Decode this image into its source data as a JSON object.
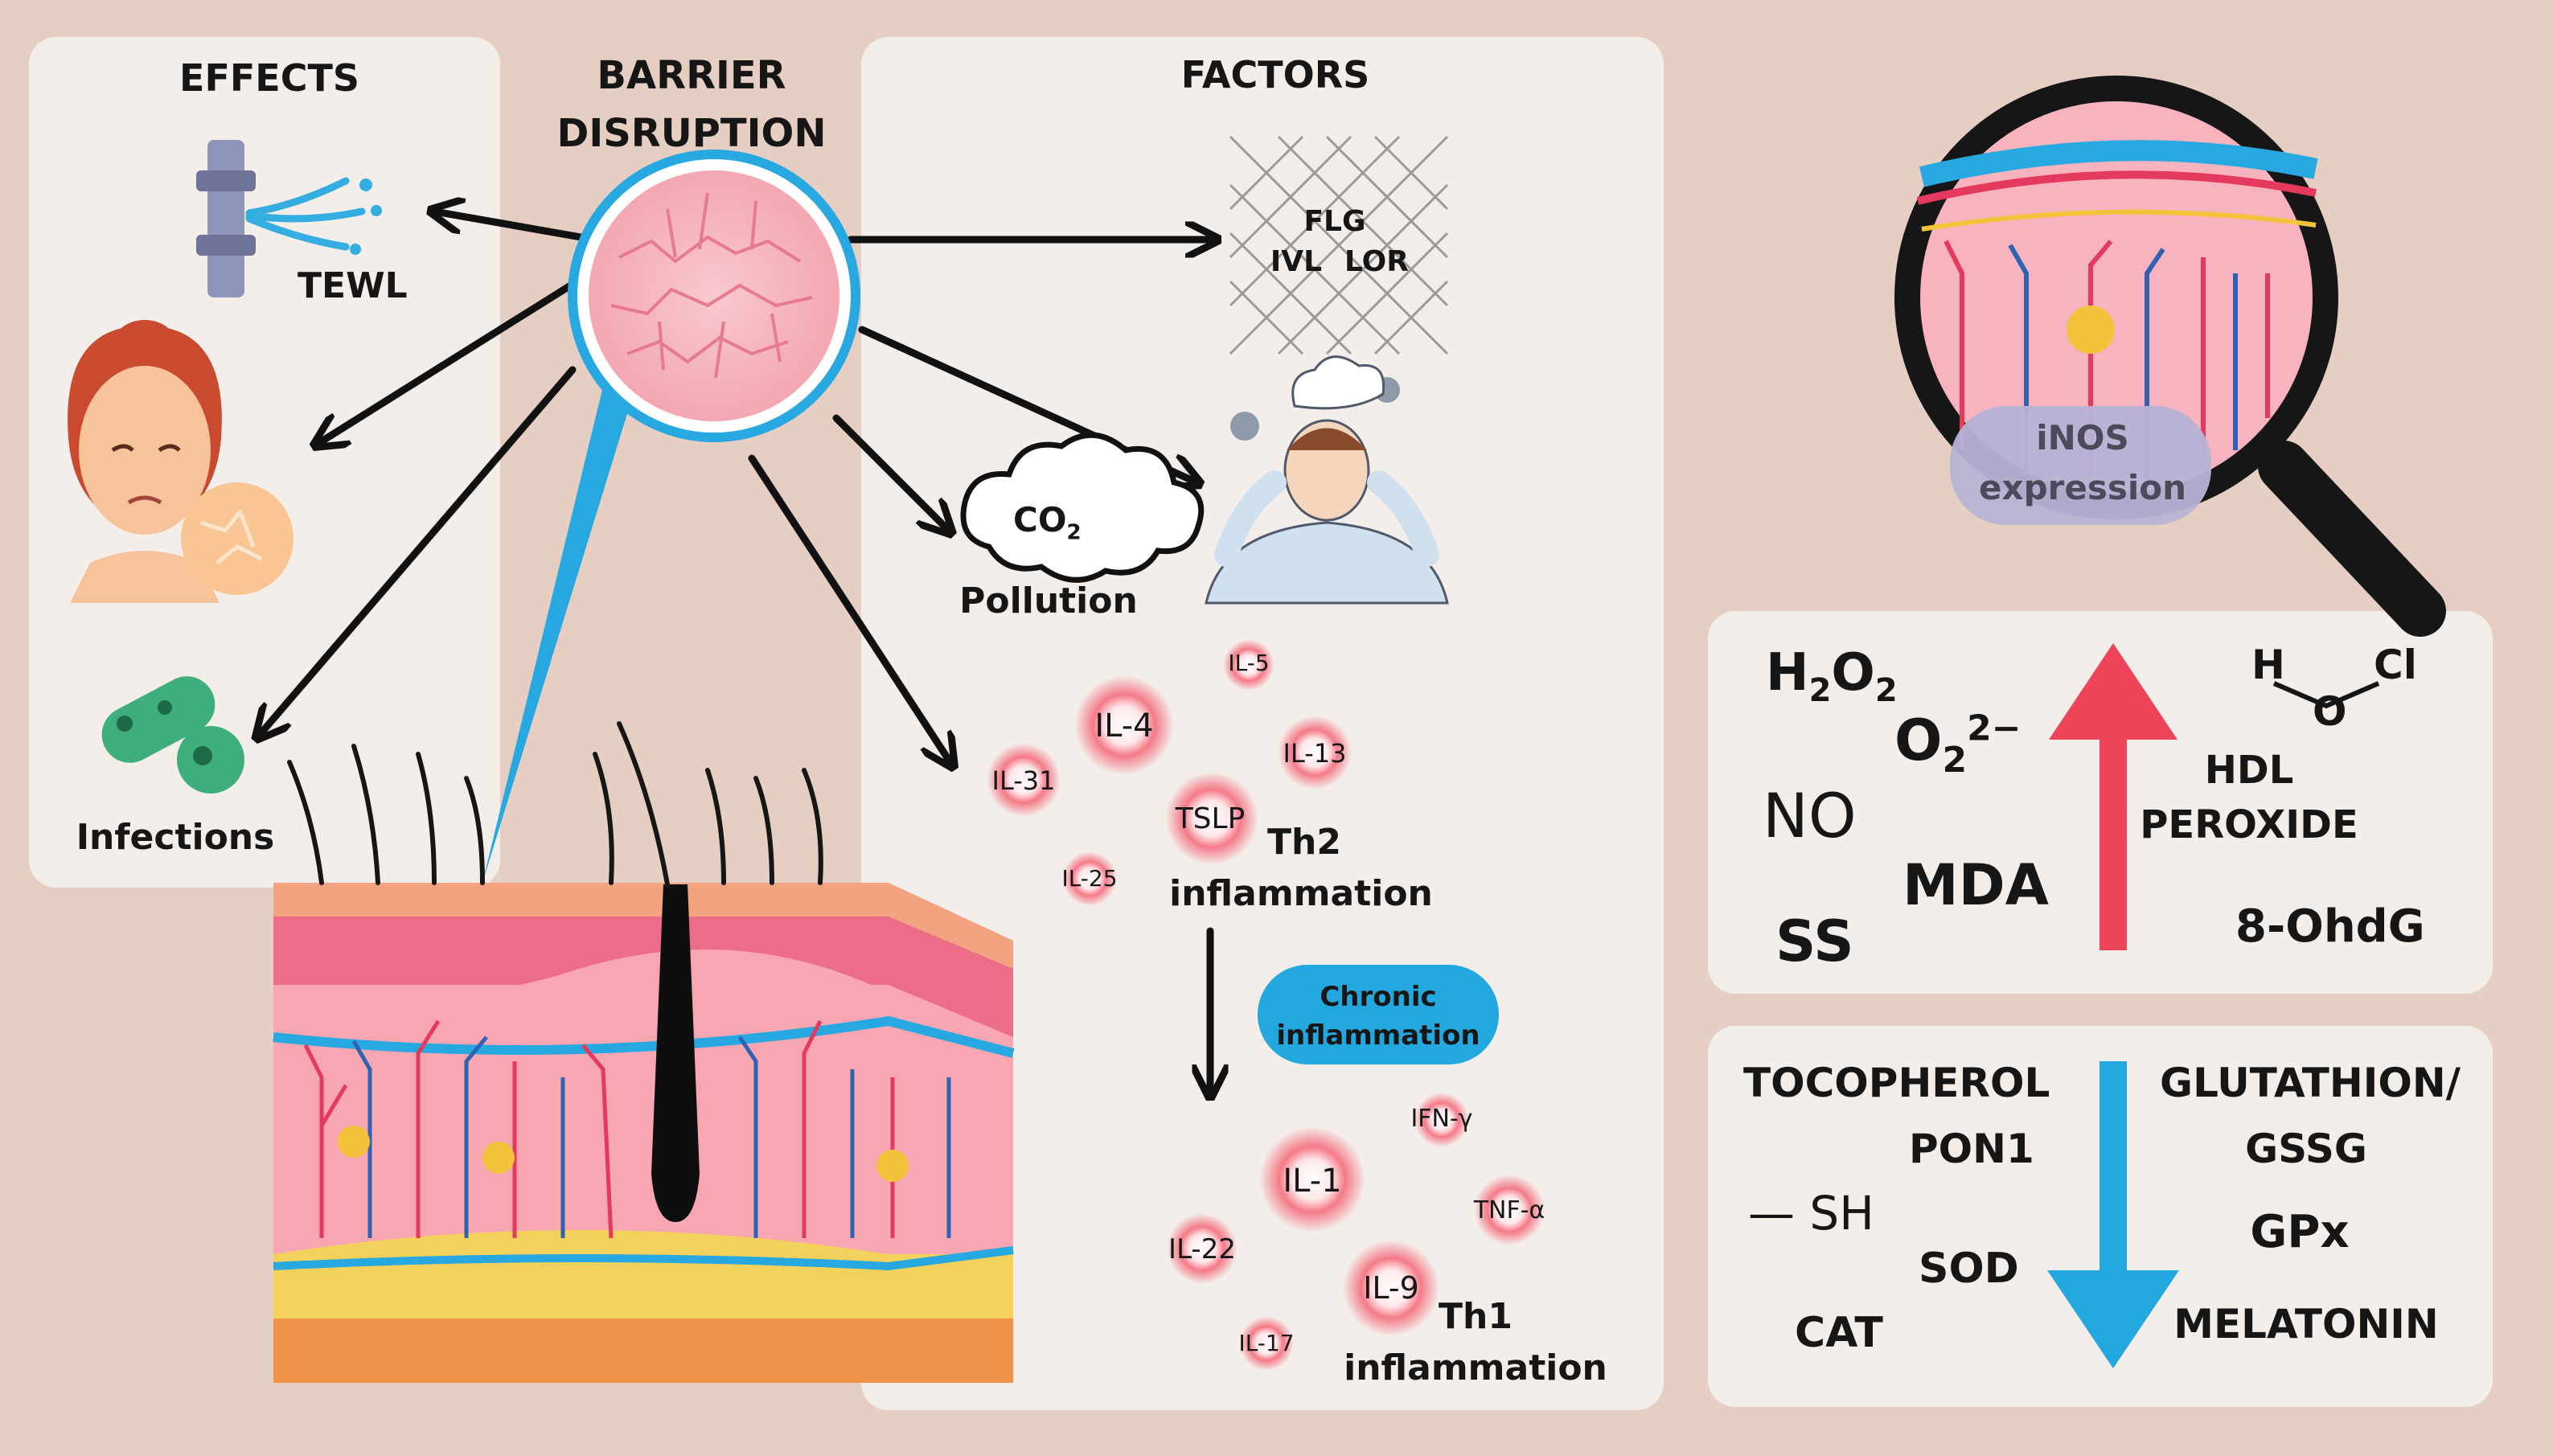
{
  "headers": {
    "effects": "EFFECTS",
    "barrier_line1": "BARRIER",
    "barrier_line2": "DISRUPTION",
    "factors": "FACTORS"
  },
  "effects": {
    "tewl": "TEWL",
    "infections": "Infections"
  },
  "factors": {
    "proteins": [
      "FLG",
      "IVL",
      "LOR"
    ],
    "co2": "CO",
    "co2_sub": "2",
    "pollution": "Pollution"
  },
  "th2": {
    "cytokines": [
      "IL-5",
      "IL-4",
      "IL-13",
      "IL-31",
      "TSLP",
      "IL-25"
    ],
    "label_line1": "Th2",
    "label_line2": "inflammation"
  },
  "chronic": {
    "line1": "Chronic",
    "line2": "inflammation"
  },
  "th1": {
    "cytokines": [
      "IFN-γ",
      "IL-1",
      "TNF-α",
      "IL-22",
      "IL-9",
      "IL-17"
    ],
    "label_line1": "Th1",
    "label_line2": "inflammation"
  },
  "magnifier": {
    "line1": "iNOS",
    "line2": "expression"
  },
  "oxidants": {
    "h2o2_h": "H",
    "h2o2_sub1": "2",
    "h2o2_o": "O",
    "h2o2_sub2": "2",
    "hocl_h": "H",
    "hocl_o": "O",
    "hocl_cl": "Cl",
    "superoxide": "O",
    "superoxide_sub": "2",
    "superoxide_sup": "2−",
    "no": "NO",
    "hdl_line1": "HDL",
    "hdl_line2": "PEROXIDE",
    "mda": "MDA",
    "ss": "SS",
    "ohdg": "8-OhdG"
  },
  "antioxidants": {
    "tocopherol": "TOCOPHEROL",
    "glutathion_line1": "GLUTATHION/",
    "glutathion_line2": "GSSG",
    "pon1": "PON1",
    "sh": "— SH",
    "gpx": "GPx",
    "sod": "SOD",
    "cat": "CAT",
    "melatonin": "MELATONIN"
  },
  "colors": {
    "background": "#e6cfc2",
    "panel": "#f4eeea",
    "up_arrow": "#f0445a",
    "down_arrow": "#22a7de",
    "chronic_pill": "#22a7de",
    "inos_pill": "#b7b3d6",
    "cytokine_glow": "#e84a5f"
  }
}
